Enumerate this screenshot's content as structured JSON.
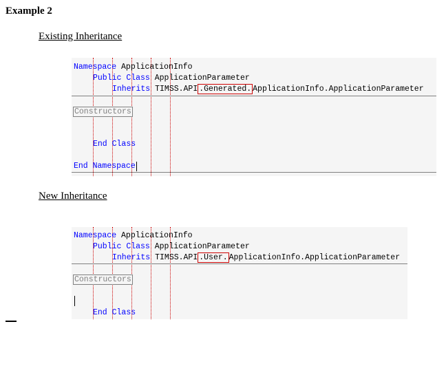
{
  "page": {
    "title": "Example 2"
  },
  "existing": {
    "heading": "Existing Inheritance",
    "kw_namespace": "Namespace",
    "ns_name": " ApplicationInfo",
    "kw_public": "Public",
    "kw_class": "Class",
    "class_name": " ApplicationParameter",
    "kw_inherits": "Inherits",
    "inherits_pre": " TIMSS.API",
    "inherits_highlight": ".Generated.",
    "inherits_post": "ApplicationInfo.ApplicationParameter",
    "region_label": "Constructors",
    "kw_end": "End",
    "kw_end_class": "Class",
    "kw_end_namespace": "Namespace"
  },
  "new": {
    "heading": "New Inheritance",
    "kw_namespace": "Namespace",
    "ns_name": " ApplicationInfo",
    "kw_public": "Public",
    "kw_class": "Class",
    "class_name": " ApplicationParameter",
    "kw_inherits": "Inherits",
    "inherits_pre": " TIMSS.API",
    "inherits_highlight": ".User.",
    "inherits_post": "ApplicationInfo.ApplicationParameter",
    "region_label": "Constructors",
    "kw_end": "End",
    "kw_end_class": "Class"
  },
  "colors": {
    "keyword": "#0000ff",
    "guide": "#cc0000",
    "highlight_border": "#cc0000",
    "region_gray": "#808080"
  }
}
